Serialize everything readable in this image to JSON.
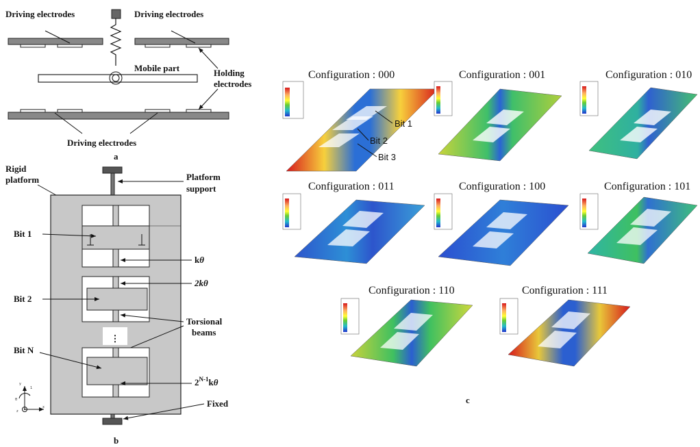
{
  "panel_a": {
    "driving_left": "Driving electrodes",
    "driving_right": "Driving electrodes",
    "mobile_part": "Mobile part",
    "holding_line1": "Holding",
    "holding_line2": "electrodes",
    "driving_bottom": "Driving electrodes",
    "label": "a"
  },
  "panel_b": {
    "rigid_line1": "Rigid",
    "rigid_line2": "platform",
    "support_line1": "Platform",
    "support_line2": "support",
    "bit1": "Bit 1",
    "bit2": "Bit 2",
    "bitn": "Bit N",
    "k1": "k",
    "k2": "2k",
    "k3_pre": "2",
    "k3_sup": "N-1",
    "k3_post": "k",
    "theta": "θ",
    "torsional_line1": "Torsional",
    "torsional_line2": "beams",
    "ellipsis": "⋮",
    "fixed": "Fixed",
    "axis_y": "y",
    "axis_x": "x",
    "axis_z": "z",
    "axis_theta": "θ",
    "axis_one": "1",
    "label": "b"
  },
  "panel_c": {
    "configs": [
      "Configuration : 000",
      "Configuration : 001",
      "Configuration : 010",
      "Configuration : 011",
      "Configuration : 100",
      "Configuration : 101",
      "Configuration : 110",
      "Configuration : 111"
    ],
    "bit1": "Bit 1",
    "bit2": "Bit 2",
    "bit3": "Bit 3",
    "label": "c"
  }
}
